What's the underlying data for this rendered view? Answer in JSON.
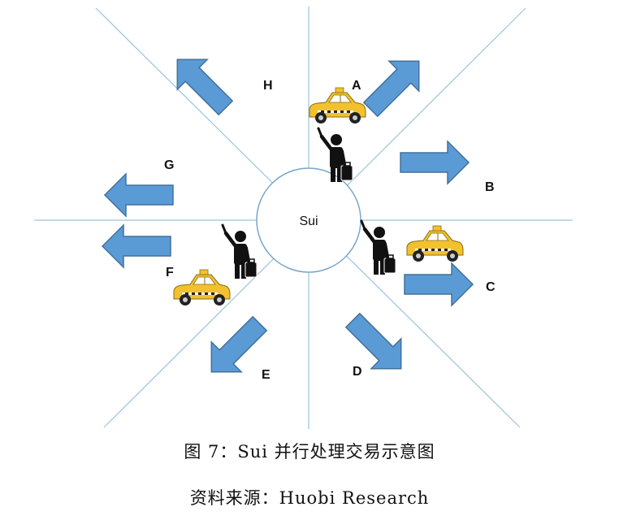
{
  "diagram": {
    "center_label": "Sui",
    "sector_labels": {
      "A": "A",
      "B": "B",
      "C": "C",
      "D": "D",
      "E": "E",
      "F": "F",
      "G": "G",
      "H": "H"
    },
    "colors": {
      "line": "#9cc3dc",
      "arrow_fill": "#5b9bd5",
      "arrow_stroke": "#41719c",
      "circle_stroke": "#7aa6c8",
      "taxi_body": "#f2c12e",
      "person": "#111111"
    },
    "icons": [
      "taxi-icon",
      "passenger-icon",
      "arrow-icon"
    ]
  },
  "caption": {
    "figure": "图 7：Sui 并行处理交易示意图",
    "source": "资料来源：Huobi Research"
  }
}
